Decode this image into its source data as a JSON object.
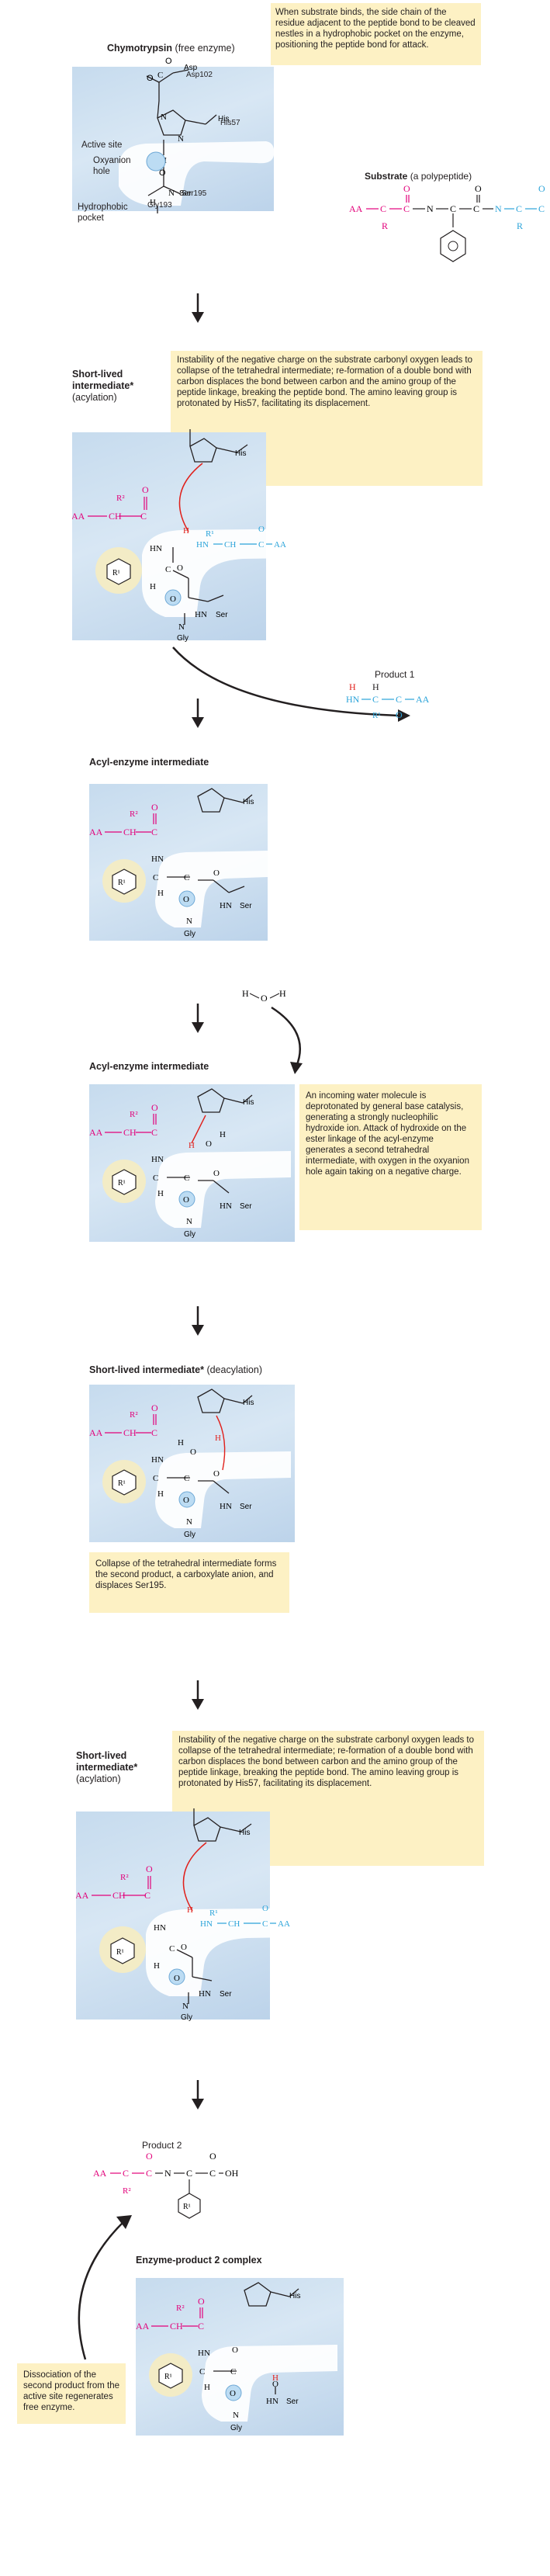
{
  "step1": {
    "title": "Chymotrypsin",
    "title_sub": "(free enzyme)",
    "note": "When substrate binds, the side chain of the residue adjacent to the peptide bond to be cleaved nestles in a hydrophobic pocket on the enzyme, positioning the peptide bond for attack.",
    "active_site_label": "Active site",
    "oxyanion_label": "Oxyanion hole",
    "pocket_label": "Hydrophobic pocket",
    "substrate_title": "Substrate",
    "substrate_sub": "(a polypeptide)",
    "residues": {
      "asp": "Asp102",
      "his": "His57",
      "ser": "Ser195",
      "gly": "Gly193"
    }
  },
  "step2": {
    "title": "Short-lived intermediate*",
    "title_sub": "(acylation)",
    "note": "Instability of the negative charge on the substrate carbonyl oxygen leads to collapse of the tetrahedral intermediate; re-formation of a double bond with carbon displaces the bond between carbon and the amino group of the peptide linkage, breaking the peptide bond. The amino leaving group is protonated by His57, facilitating its displacement.",
    "product1_label": "Product 1"
  },
  "step3": {
    "title": "Acyl-enzyme intermediate"
  },
  "step4": {
    "title": "Acyl-enzyme intermediate",
    "note": "An incoming water molecule is deprotonated by general base catalysis, generating a strongly nucleophilic hydroxide ion. Attack of hydroxide on the ester linkage of the acyl-enzyme generates a second tetrahedral intermediate, with oxygen in the oxyanion hole again taking on a negative charge."
  },
  "step5": {
    "title": "Short-lived intermediate*",
    "title_sub": "(deacylation)",
    "note": "Collapse of the tetrahedral intermediate forms the second product, a carboxylate anion, and displaces Ser195."
  },
  "step6": {
    "title": "Short-lived intermediate*",
    "title_sub": "(acylation)",
    "note": "Instability of the negative charge on the substrate carbonyl oxygen leads to collapse of the tetrahedral intermediate; re-formation of a double bond with carbon displaces the bond between carbon and the amino group of the peptide linkage, breaking the peptide bond. The amino leaving group is protonated by His57, facilitating its displacement."
  },
  "step7": {
    "product2_label": "Product 2",
    "complex_title": "Enzyme-product 2 complex",
    "note": "Dissociation of the second product from the active site regenerates free enzyme."
  },
  "colors": {
    "pink": "#e2007a",
    "blue": "#2aa3d9",
    "red": "#e0201b",
    "panel": "#c9ddef",
    "note": "#fdf1c4",
    "pocket": "#f3ecc6"
  }
}
